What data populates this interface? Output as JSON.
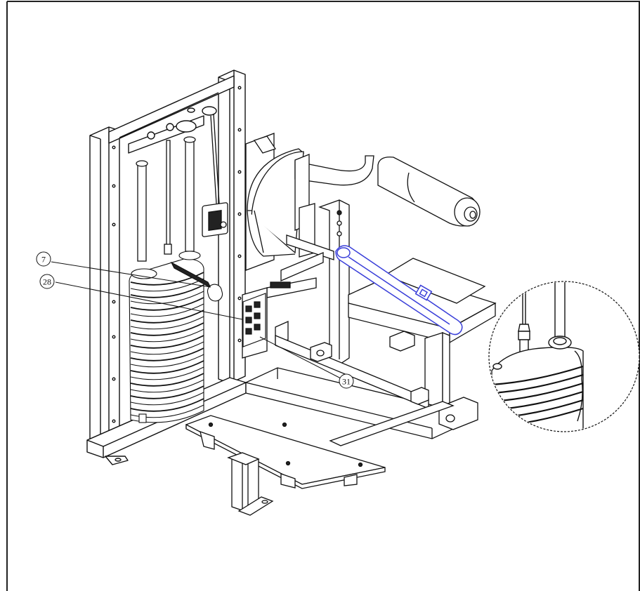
{
  "callouts": {
    "c7": "7",
    "c28": "28",
    "c31": "31"
  },
  "colors": {
    "line": "#111111",
    "highlight": "#3a3fd9",
    "background": "#ffffff",
    "border": "#222222"
  }
}
